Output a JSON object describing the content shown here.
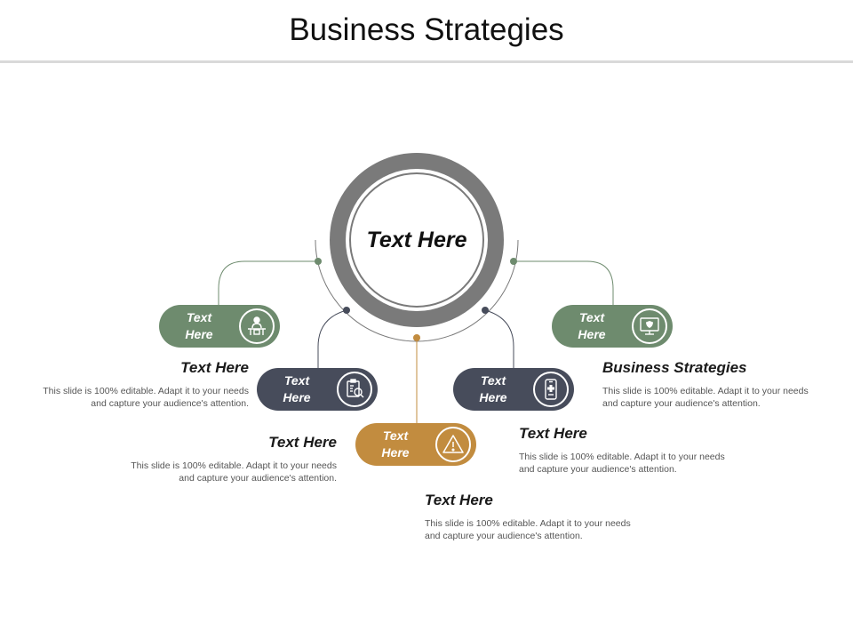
{
  "slide": {
    "title": "Business Strategies"
  },
  "hub": {
    "label": "Text Here"
  },
  "colors": {
    "green": "#6e8b6e",
    "navy": "#474c5b",
    "orange": "#c28c3f",
    "ring": "#7a7a7a"
  },
  "pills": [
    {
      "label": "Text\nHere",
      "icon": "presenter-desk-icon",
      "color": "green"
    },
    {
      "label": "Text\nHere",
      "icon": "clipboard-search-icon",
      "color": "navy"
    },
    {
      "label": "Text\nHere",
      "icon": "warning-triangle-icon",
      "color": "orange"
    },
    {
      "label": "Text\nHere",
      "icon": "mobile-medical-icon",
      "color": "navy"
    },
    {
      "label": "Text\nHere",
      "icon": "monitor-shield-icon",
      "color": "green"
    }
  ],
  "blocks": [
    {
      "heading": "Text Here",
      "body": "This slide is 100% editable. Adapt it to your needs and capture your audience's attention."
    },
    {
      "heading": "Text Here",
      "body": "This slide is 100% editable. Adapt it to your needs and capture your audience's attention."
    },
    {
      "heading": "Text Here",
      "body": "This slide is 100% editable. Adapt it to your needs and capture your audience's attention."
    },
    {
      "heading": "Text Here",
      "body": "This slide is 100% editable. Adapt it to your needs and capture your audience's attention."
    },
    {
      "heading": "Business Strategies",
      "body": "This slide is 100% editable. Adapt it to your needs and capture your audience's attention."
    }
  ]
}
